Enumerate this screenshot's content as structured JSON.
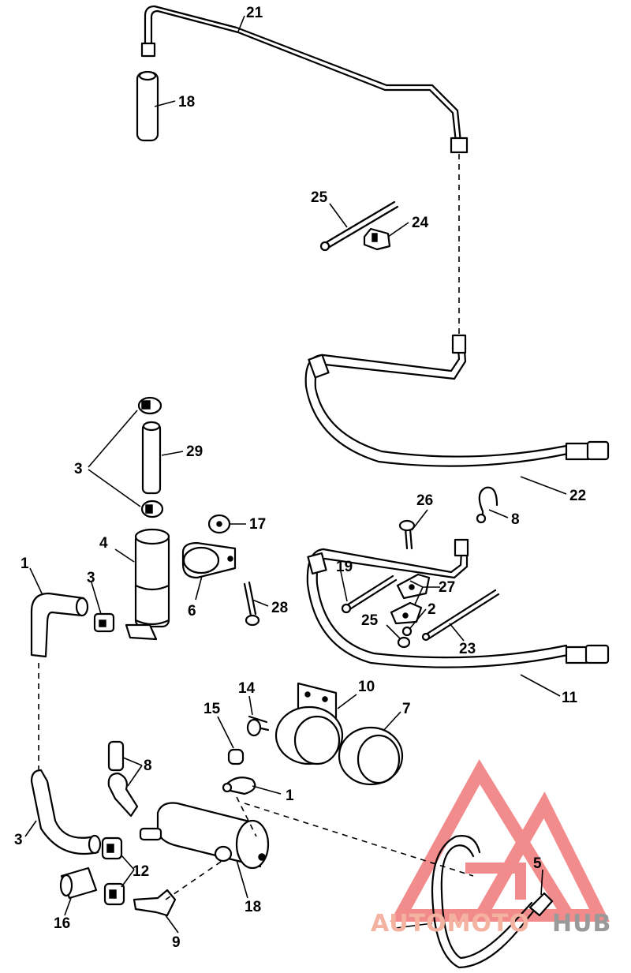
{
  "diagram": {
    "part_numbers": [
      "21",
      "18",
      "25",
      "24",
      "22",
      "29",
      "3",
      "17",
      "4",
      "26",
      "8",
      "1",
      "3",
      "19",
      "27",
      "2",
      "6",
      "28",
      "25",
      "23",
      "11",
      "14",
      "10",
      "15",
      "7",
      "8",
      "1",
      "3",
      "12",
      "5",
      "18",
      "16",
      "9"
    ]
  },
  "watermark": {
    "part1": "AUTOMOTO",
    "part2": "HUB",
    "color_primary": "#f07878",
    "color_secondary": "#9a9a9a"
  }
}
